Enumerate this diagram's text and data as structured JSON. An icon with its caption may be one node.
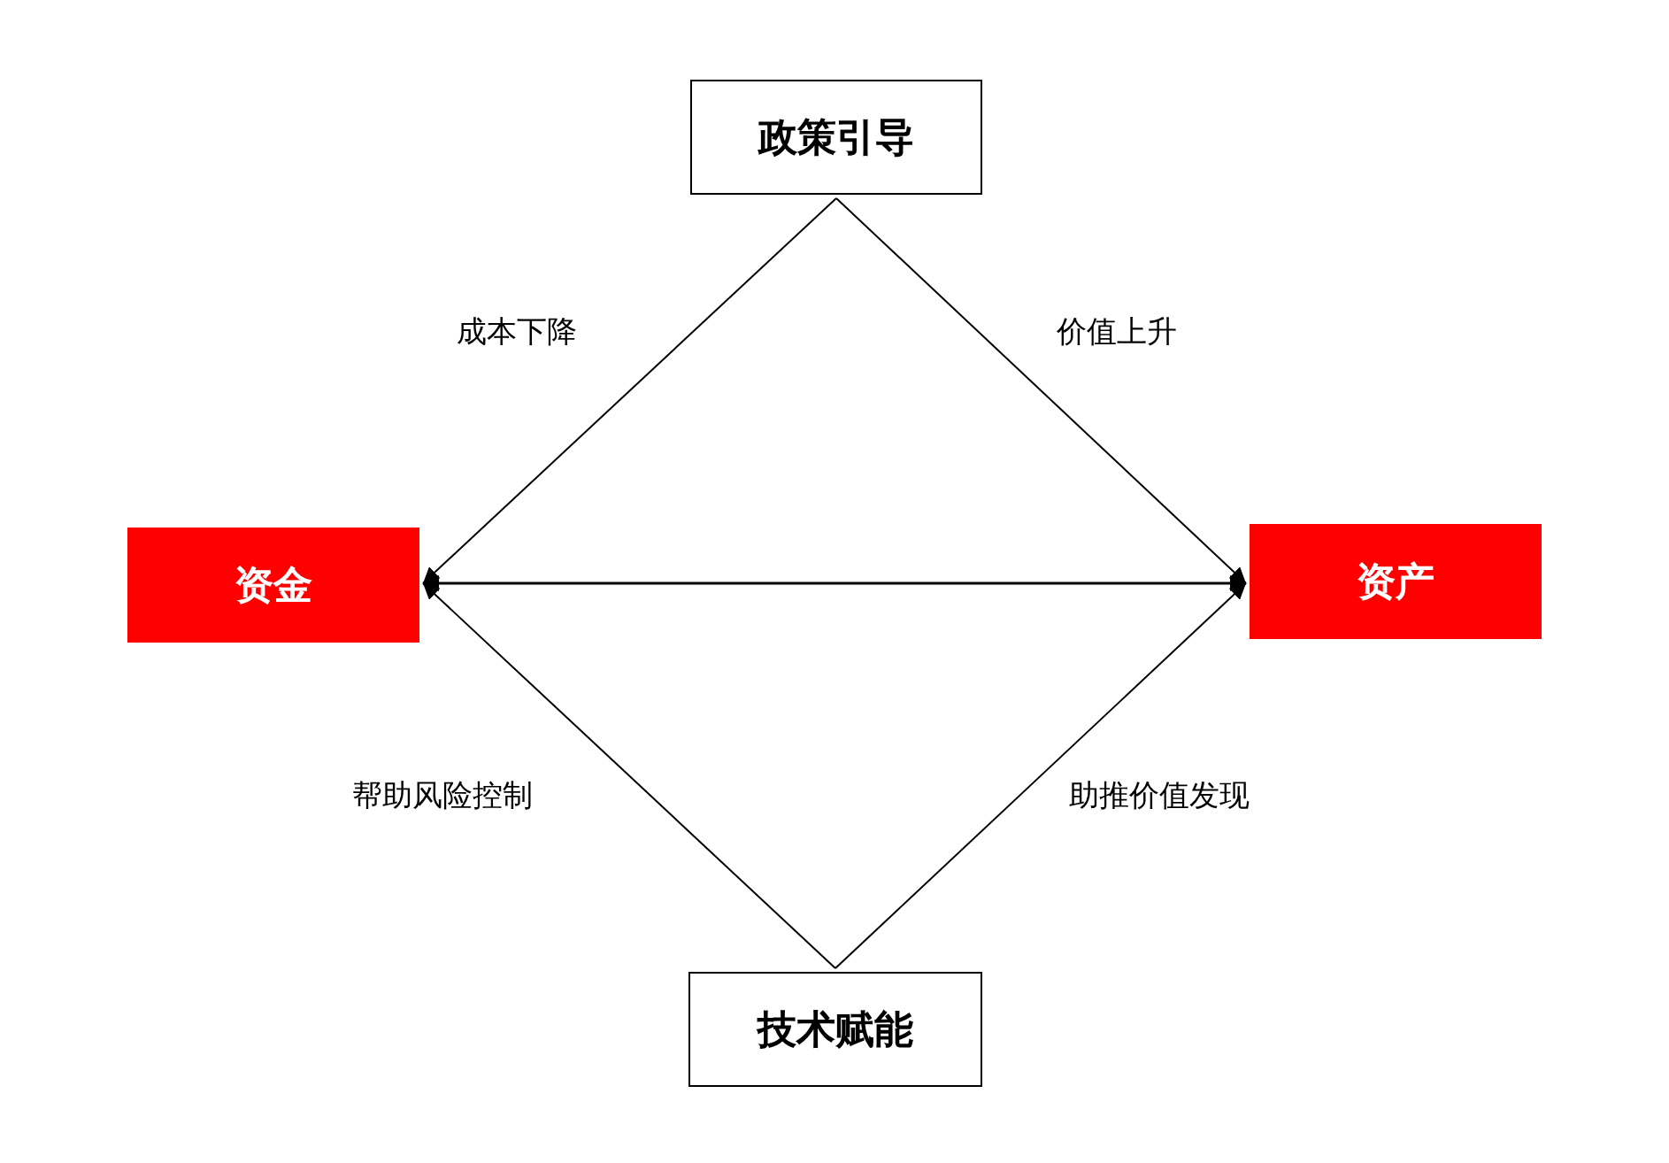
{
  "diagram": {
    "nodes": [
      {
        "text": [
          "政策引导"
        ]
      },
      {
        "text": [
          "资金"
        ]
      },
      {
        "text": [
          "资产"
        ]
      },
      {
        "text": [
          "技术赋能"
        ]
      }
    ],
    "edges": [
      {
        "from": 0,
        "to": 1,
        "arrow": "to",
        "label": "成本下降"
      },
      {
        "from": 0,
        "to": 2,
        "arrow": "to",
        "label": "价值上升"
      },
      {
        "from": 1,
        "to": 2,
        "arrow": "both"
      },
      {
        "from": 3,
        "to": 1,
        "arrow": "to",
        "label": "帮助风险控制"
      },
      {
        "from": 3,
        "to": 2,
        "arrow": "to",
        "label": "助推价值发现"
      }
    ]
  }
}
